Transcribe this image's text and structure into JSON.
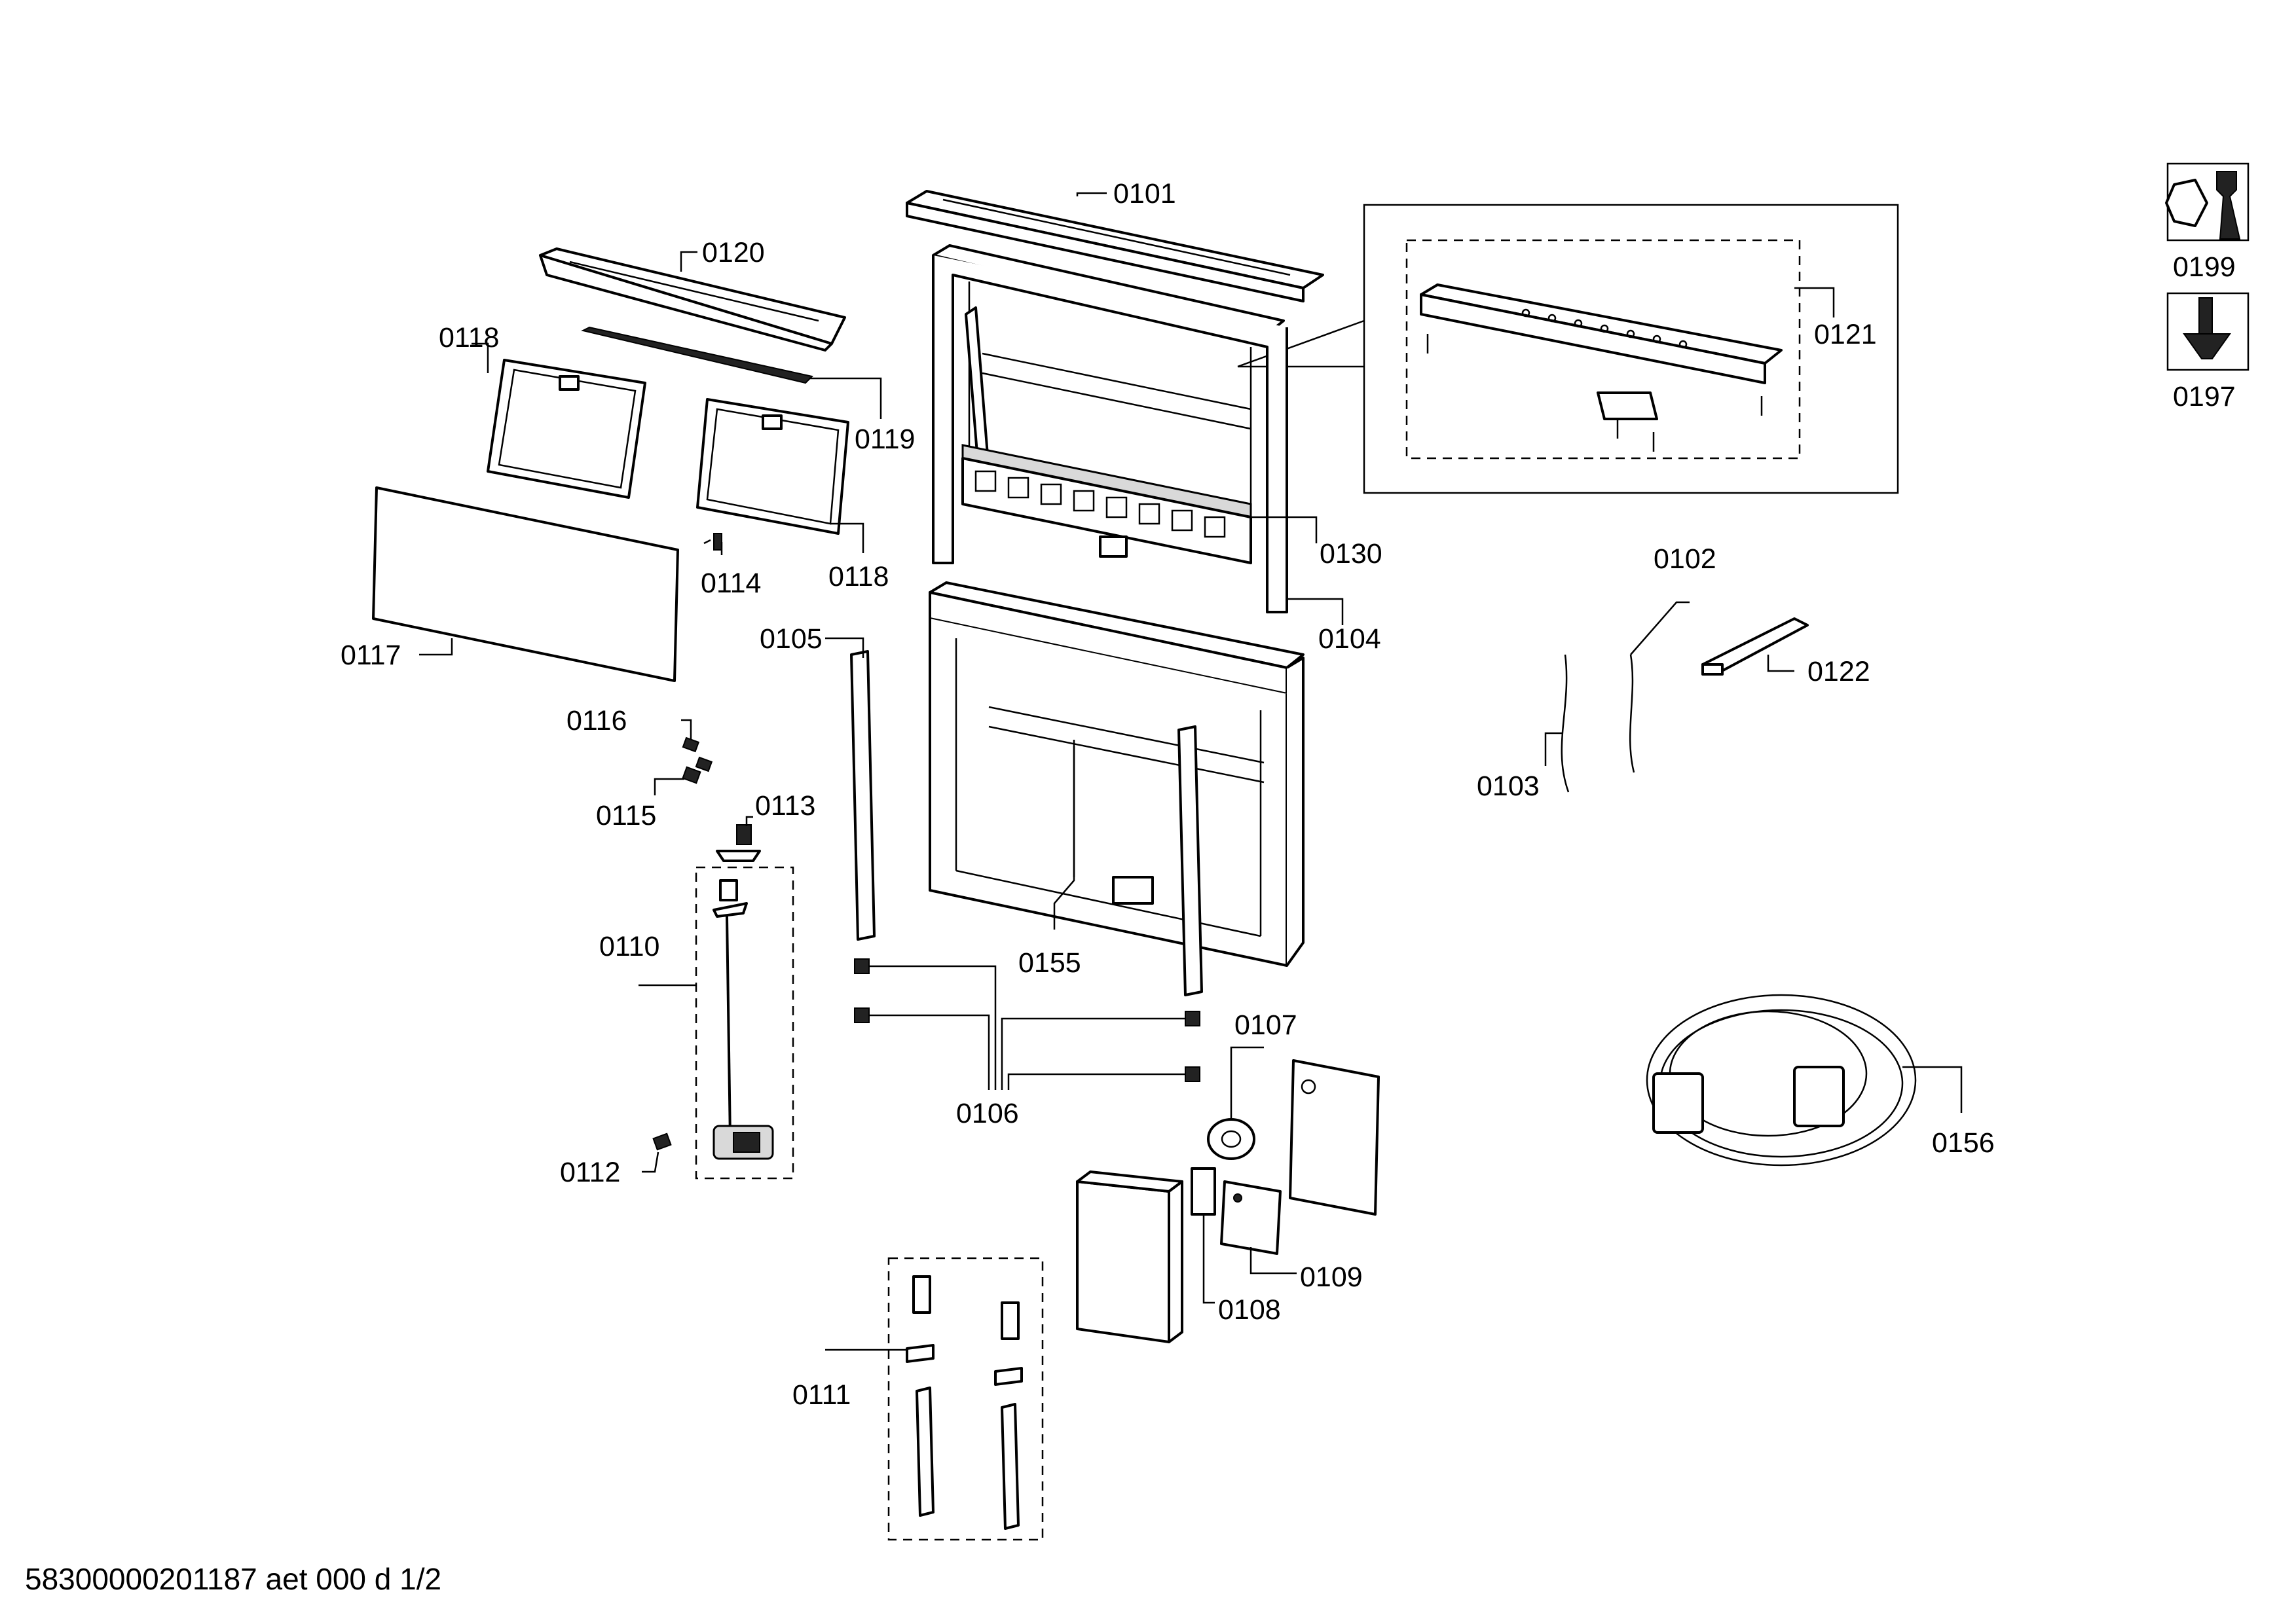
{
  "labels": {
    "p0101": "0101",
    "p0102": "0102",
    "p0103": "0103",
    "p0104": "0104",
    "p0105": "0105",
    "p0106": "0106",
    "p0107": "0107",
    "p0108": "0108",
    "p0109": "0109",
    "p0110": "0110",
    "p0111": "0111",
    "p0112": "0112",
    "p0113": "0113",
    "p0114": "0114",
    "p0115": "0115",
    "p0116": "0116",
    "p0117": "0117",
    "p0118a": "0118",
    "p0118b": "0118",
    "p0119": "0119",
    "p0120": "0120",
    "p0121": "0121",
    "p0122": "0122",
    "p0130": "0130",
    "p0155": "0155",
    "p0156": "0156",
    "p0197": "0197",
    "p0199": "0199"
  },
  "icons": {
    "tool1": "nut-and-wrench-icon",
    "tool2": "screwdriver-icon"
  },
  "footer": {
    "doc_id": "58300000201187 aet 000 d 1/2"
  }
}
